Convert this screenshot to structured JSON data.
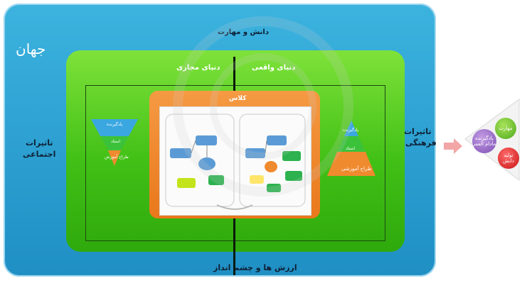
{
  "world": {
    "label": "جهان",
    "top_label": "دانش و مهارت",
    "bottom_label": "ارزش ها و چشم انداز",
    "left_label_1": "تاثیرات",
    "left_label_2": "اجتماعی",
    "right_label_1": "تاثیرات",
    "right_label_2": "فرهنگی"
  },
  "zones": {
    "virtual": "دنیای مجازی",
    "real": "دنیای واقعی"
  },
  "center": {
    "title": "کلاس"
  },
  "left_funnel": {
    "top": "یادگیرنده",
    "middle": "استاد",
    "bottom": "طراح آموزش"
  },
  "right_pyramid": {
    "top": "یادگیرنده",
    "middle": "استاد",
    "bottom": "طراح آموزشی"
  },
  "side_graphic": {
    "bubble_green": "مهارت",
    "bubble_red": "تولید دانش",
    "bubble_purple": "یادگیرنده مادام العمر"
  },
  "colors": {
    "world_blue": "#2aa3d8",
    "green": "#4cc91e",
    "orange": "#ef8a2e",
    "dark_navy": "#0e1f33"
  }
}
